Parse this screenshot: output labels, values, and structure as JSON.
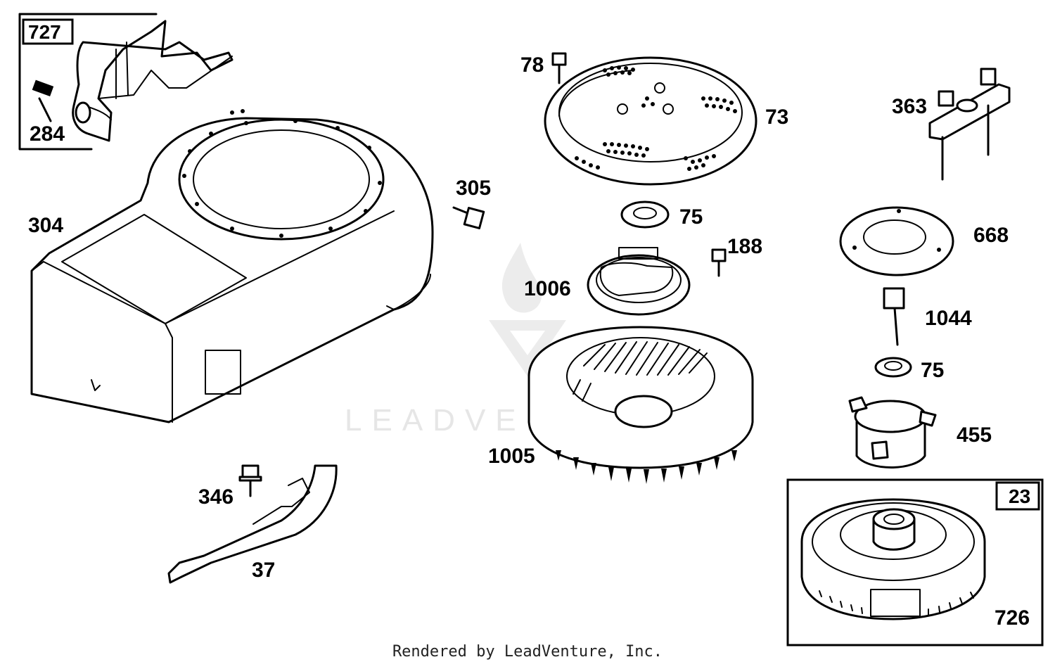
{
  "watermark": "LEADVENTURE",
  "footer": "Rendered by LeadVenture, Inc.",
  "parts": {
    "p727": "727",
    "p284": "284",
    "p304": "304",
    "p305": "305",
    "p346": "346",
    "p37": "37",
    "p78": "78",
    "p73": "73",
    "p75a": "75",
    "p188": "188",
    "p1006": "1006",
    "p1005": "1005",
    "p363": "363",
    "p668": "668",
    "p1044": "1044",
    "p75b": "75",
    "p455": "455",
    "p23": "23",
    "p726": "726"
  }
}
